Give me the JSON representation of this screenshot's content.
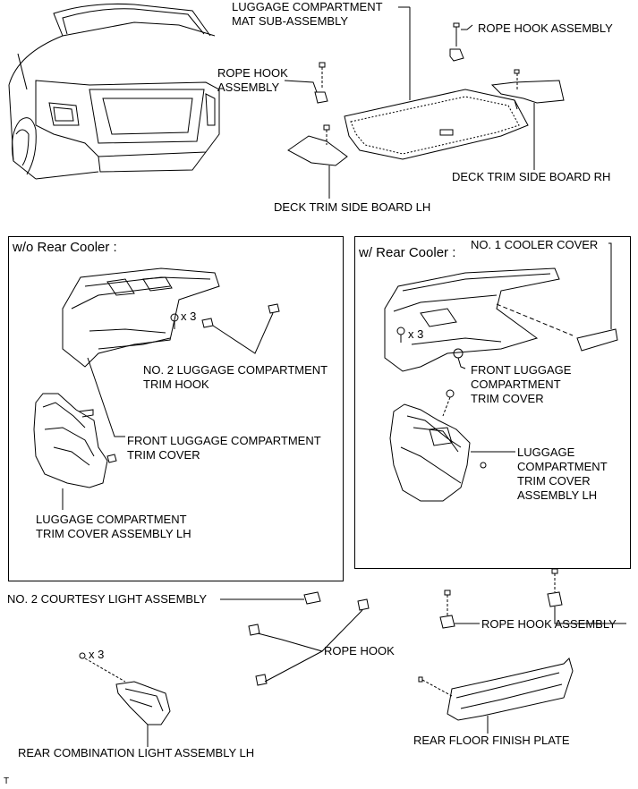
{
  "labels": {
    "mat": [
      "LUGGAGE COMPARTMENT",
      "MAT SUB-ASSEMBLY"
    ],
    "rope_hook_top_right": "ROPE HOOK ASSEMBLY",
    "rope_hook_top_left": [
      "ROPE HOOK",
      "ASSEMBLY"
    ],
    "deck_rh": "DECK TRIM SIDE BOARD RH",
    "deck_lh": "DECK TRIM SIDE BOARD LH",
    "no2_hook": [
      "NO. 2 LUGGAGE COMPARTMENT",
      "TRIM HOOK"
    ],
    "front_cover_left": [
      "FRONT LUGGAGE COMPARTMENT",
      "TRIM COVER"
    ],
    "trim_cover_lh_left": [
      "LUGGAGE COMPARTMENT",
      "TRIM COVER ASSEMBLY LH"
    ],
    "x3_left": "x 3",
    "no1_cooler": "NO. 1 COOLER COVER",
    "x3_right": "x 3",
    "front_cover_right": [
      "FRONT LUGGAGE",
      "COMPARTMENT",
      "TRIM COVER"
    ],
    "trim_cover_lh_right": [
      "LUGGAGE",
      "COMPARTMENT",
      "TRIM COVER",
      "ASSEMBLY LH"
    ],
    "courtesy_light": "NO. 2 COURTESY LIGHT ASSEMBLY",
    "rope_hook_bottom": "ROPE HOOK ASSEMBLY",
    "rope_hook": "ROPE HOOK",
    "x3_bottom": "x 3",
    "combination_light": "REAR COMBINATION LIGHT ASSEMBLY LH",
    "floor_plate": "REAR FLOOR FINISH PLATE"
  },
  "panels": {
    "left_title": "w/o Rear Cooler :",
    "right_title": "w/ Rear Cooler :"
  },
  "footer_code": "T"
}
